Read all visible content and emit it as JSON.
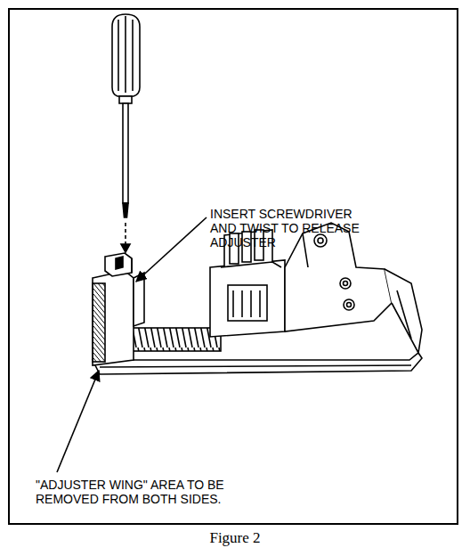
{
  "diagram": {
    "caption": "Figure 2",
    "labels": [
      "INSERT SCREWDRIVER AND TWIST TO RELEASE ADJUSTER",
      "\"ADJUSTER WING\" AREA TO BE REMOVED FROM BOTH SIDES."
    ]
  }
}
